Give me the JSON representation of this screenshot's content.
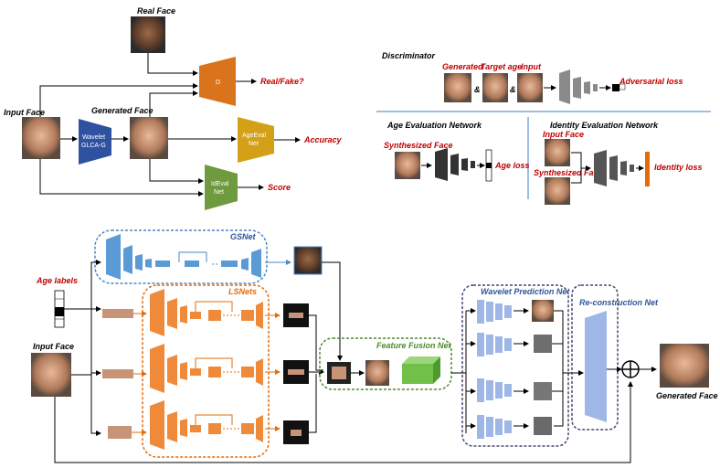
{
  "top_left": {
    "real_face": "Real Face",
    "input_face": "Input Face",
    "generated_face": "Generated Face",
    "wavelet_line1": "Wavelet",
    "wavelet_line2": "GLCA-G",
    "d_label": "D",
    "real_fake": "Real/Fake?",
    "age_eval_line1": "AgeEval",
    "age_eval_line2": "Net",
    "accuracy": "Accuracy",
    "id_eval_line1": "IdEval",
    "id_eval_line2": "Net",
    "score": "Score"
  },
  "top_right": {
    "discriminator": "Discriminator",
    "generated": "Generated",
    "target_age": "Target age",
    "input": "Input",
    "amp1": "&",
    "amp2": "&",
    "adversarial_loss": "Adversarial loss",
    "age_eval_network": "Age Evaluation Network",
    "identity_eval_network": "Identity Evaluation Network",
    "synthesized_face": "Synthesized Face",
    "age_loss": "Age  loss",
    "input_face": "Input Face",
    "synthesized_face2": "Synthesized Face",
    "identity_loss": "Identity loss"
  },
  "bottom": {
    "gsnet": "GSNet",
    "lsnets": "LSNets",
    "age_labels": "Age labels",
    "input_face": "Input Face",
    "feature_fusion_net": "Feature Fusion Net",
    "wavelet_prediction_net": "Wavelet Prediction Net",
    "reconstruction_net": "Re-construction Net",
    "generated_face": "Generated Face",
    "plus": "+"
  },
  "colors": {
    "orange": "#e36c0a",
    "orange_box": "#f4a460",
    "blue_layer": "#5b9bd5",
    "light_blue_layer": "#9fb7e6",
    "green_block": "#70c04a",
    "red_text": "#c00000",
    "blue_text": "#2f5597",
    "wavelet_box": "#2f52a0",
    "d_box": "#d9741c",
    "ageeval_box": "#d4a017",
    "ideval_box": "#6f9a3e"
  }
}
